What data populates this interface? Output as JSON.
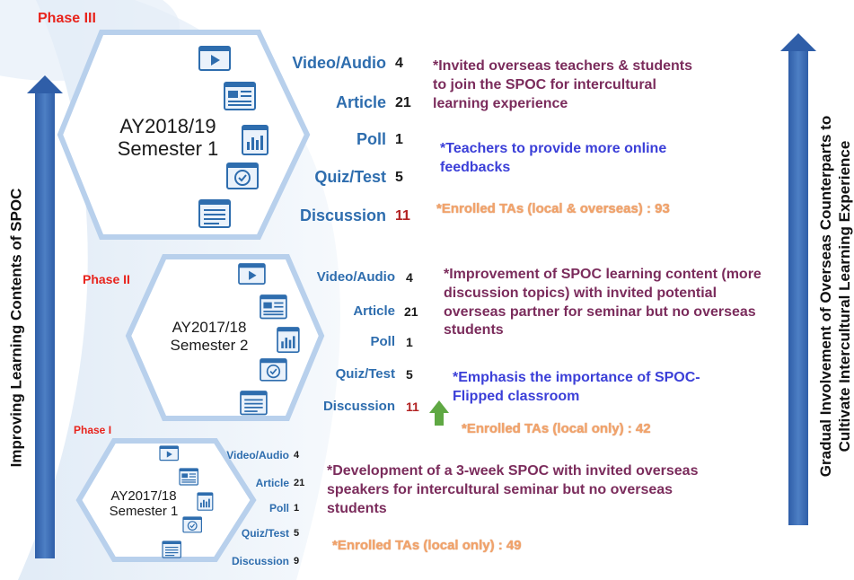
{
  "left_axis_label": "Improving Learning Contents of  SPOC",
  "right_axis_label_line1": "Gradual Involvement of Overseas Counterparts to",
  "right_axis_label_line2": "Cultivate Intercultural Learning Experience",
  "colors": {
    "arrow": "#3d6bb3",
    "hexagon_stroke": "#b8d0ec",
    "phase": "#e8231c",
    "label": "#2e6dae",
    "note_purple": "#7b2c5c",
    "note_blue": "#3b3fd8",
    "note_orange": "#f2a36b",
    "up_arrow": "#5fa843"
  },
  "phases": [
    {
      "phase": "Phase III",
      "semester_line1": "AY2018/19",
      "semester_line2": "Semester 1",
      "items": [
        {
          "label": "Video/Audio",
          "count": "4"
        },
        {
          "label": "Article",
          "count": "21"
        },
        {
          "label": "Poll",
          "count": "1"
        },
        {
          "label": "Quiz/Test",
          "count": "5"
        },
        {
          "label": "Discussion",
          "count": "11"
        }
      ],
      "note_main": "*Invited overseas teachers & students to join the SPOC for intercultural learning experience",
      "note_blue": "*Teachers to provide more online feedbacks",
      "note_enrolled": "*Enrolled TAs (local & overseas) : 93"
    },
    {
      "phase": "Phase II",
      "semester_line1": "AY2017/18",
      "semester_line2": "Semester 2",
      "items": [
        {
          "label": "Video/Audio",
          "count": "4"
        },
        {
          "label": "Article",
          "count": "21"
        },
        {
          "label": "Poll",
          "count": "1"
        },
        {
          "label": "Quiz/Test",
          "count": "5"
        },
        {
          "label": "Discussion",
          "count": "11"
        }
      ],
      "note_main": "*Improvement of SPOC learning content (more discussion topics) with invited potential overseas partner for seminar but no overseas students",
      "note_blue": "*Emphasis the importance of SPOC-Flipped classroom",
      "note_enrolled": "*Enrolled TAs  (local only) : 42"
    },
    {
      "phase": "Phase I",
      "semester_line1": "AY2017/18",
      "semester_line2": "Semester 1",
      "items": [
        {
          "label": "Video/Audio",
          "count": "4"
        },
        {
          "label": "Article",
          "count": "21"
        },
        {
          "label": "Poll",
          "count": "1"
        },
        {
          "label": "Quiz/Test",
          "count": "5"
        },
        {
          "label": "Discussion",
          "count": "9"
        }
      ],
      "note_main": "*Development of a 3-week SPOC with invited overseas speakers for intercultural seminar but no overseas students",
      "note_enrolled": "*Enrolled TAs (local only) : 49"
    }
  ]
}
